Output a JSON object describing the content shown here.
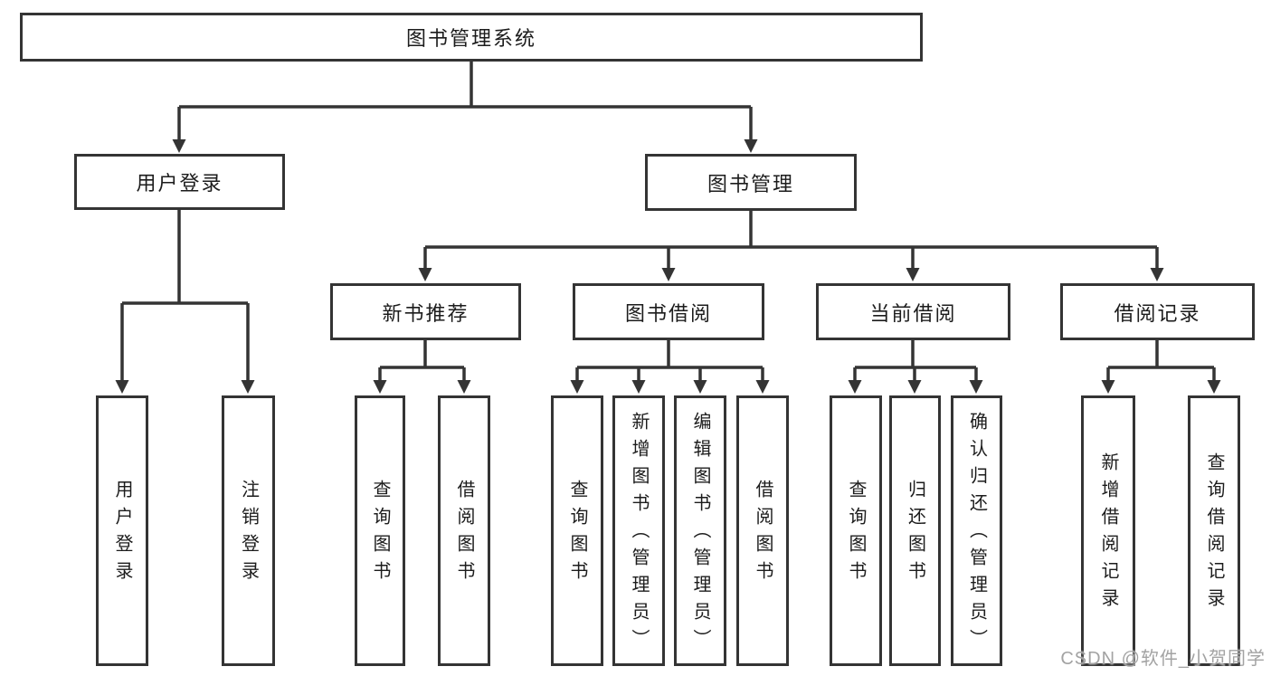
{
  "diagram": {
    "type": "hierarchy-tree",
    "colors": {
      "line": "#343434",
      "box_border": "#343434",
      "text": "#1c1c1c",
      "watermark": "#a3a3a3",
      "background": "#ffffff"
    },
    "tree": {
      "label": "图书管理系统",
      "children": [
        {
          "label": "用户登录",
          "children": [
            {
              "label": "用户登录"
            },
            {
              "label": "注销登录"
            }
          ]
        },
        {
          "label": "图书管理",
          "children": [
            {
              "label": "新书推荐",
              "children": [
                {
                  "label": "查询图书"
                },
                {
                  "label": "借阅图书"
                }
              ]
            },
            {
              "label": "图书借阅",
              "children": [
                {
                  "label": "查询图书"
                },
                {
                  "label": "新增图书（管理员）"
                },
                {
                  "label": "编辑图书（管理员）"
                },
                {
                  "label": "借阅图书"
                }
              ]
            },
            {
              "label": "当前借阅",
              "children": [
                {
                  "label": "查询图书"
                },
                {
                  "label": "归还图书"
                },
                {
                  "label": "确认归还（管理员）"
                }
              ]
            },
            {
              "label": "借阅记录",
              "children": [
                {
                  "label": "新增借阅记录"
                },
                {
                  "label": "查询借阅记录"
                }
              ]
            }
          ]
        }
      ]
    },
    "watermark": "CSDN @软件_小贺同学"
  }
}
